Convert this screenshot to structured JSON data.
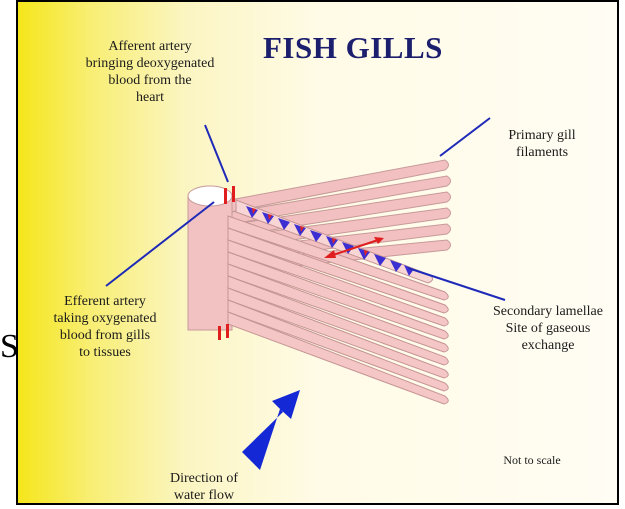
{
  "title": "FISH GILLS",
  "labels": {
    "afferent": [
      "Afferent artery",
      "bringing deoxygenated",
      "blood from the",
      "heart"
    ],
    "primary": [
      "Primary gill",
      "filaments"
    ],
    "efferent": [
      "Efferent artery",
      "taking oxygenated",
      "blood from gills",
      "to tissues"
    ],
    "secondary": [
      "Secondary lamellae",
      "Site of gaseous",
      "exchange"
    ],
    "water": [
      "Direction of",
      "water flow"
    ],
    "scale": "Not to scale"
  },
  "edge_glyph": "S",
  "colors": {
    "filament_fill": "#f4c4c4",
    "filament_stroke": "#c89898",
    "lamella_blue": "#3a2fd0",
    "vessel_red": "#e02020",
    "leader_line": "#1f2bb8",
    "arrow_blue": "#1428d6",
    "title": "#1c1e6e"
  }
}
